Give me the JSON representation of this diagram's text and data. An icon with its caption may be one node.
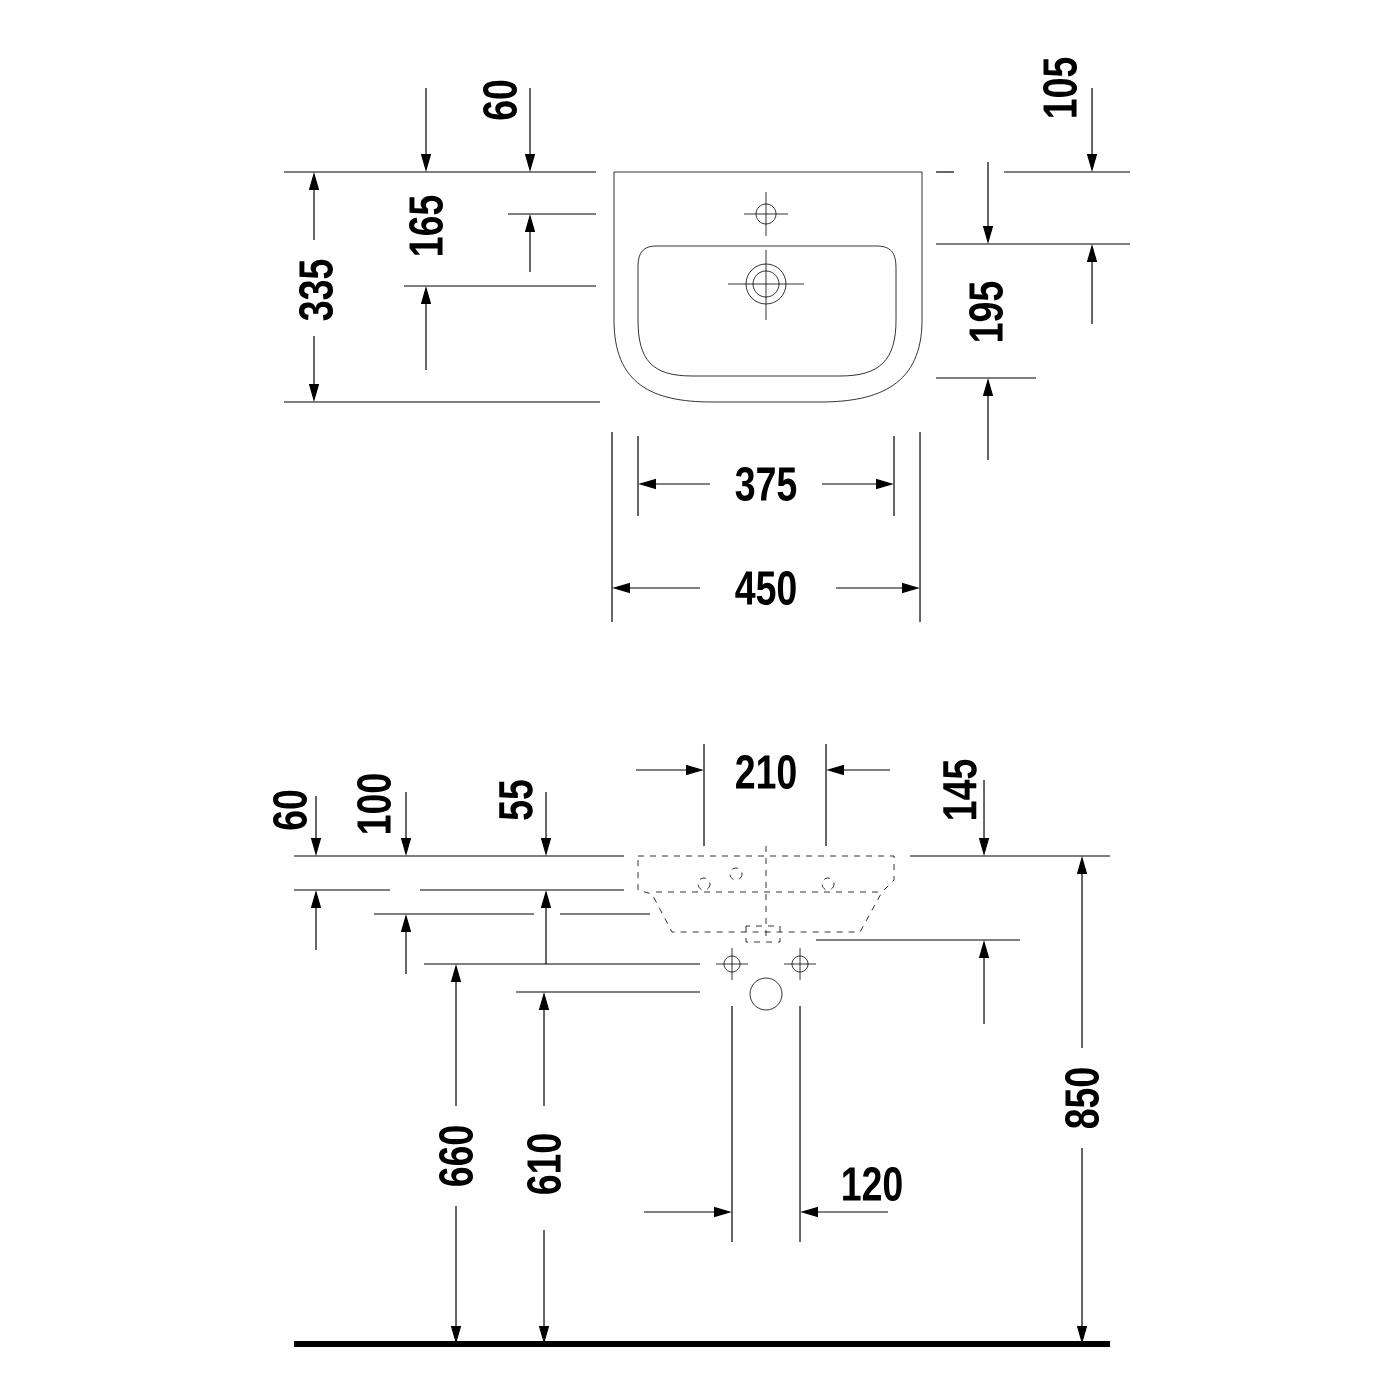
{
  "diagram": {
    "labels": [
      "60",
      "105",
      "335",
      "165",
      "195",
      "375",
      "450",
      "210",
      "60",
      "100",
      "55",
      "145",
      "660",
      "610",
      "120",
      "850"
    ]
  }
}
